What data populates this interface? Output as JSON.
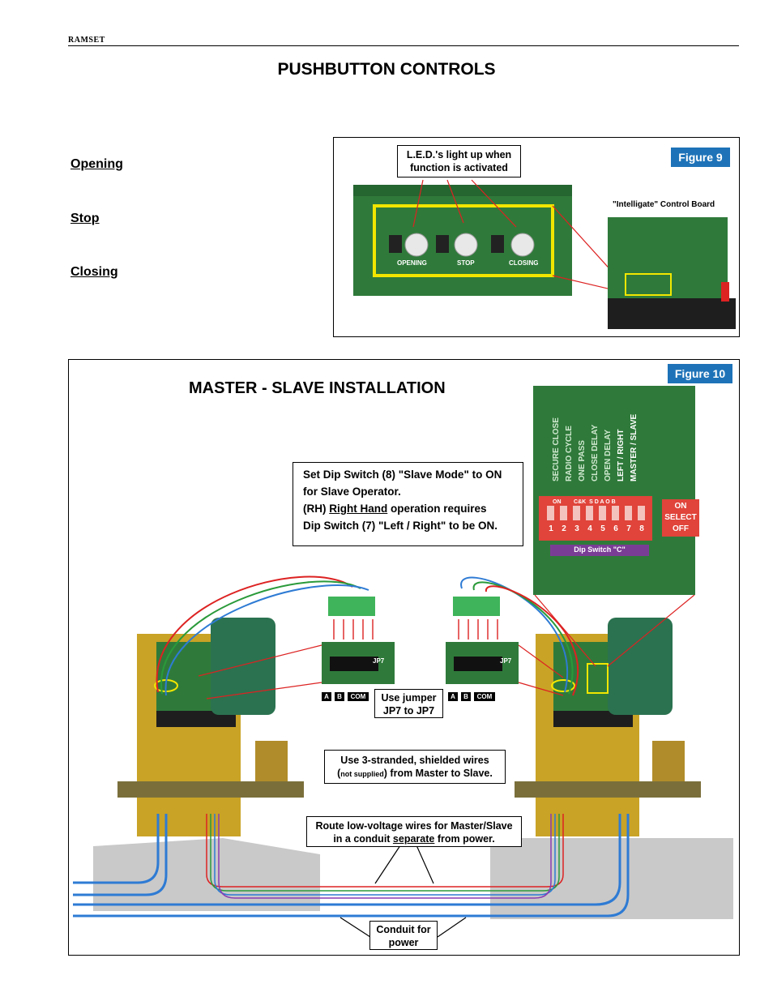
{
  "header": {
    "brand": "RAMSET",
    "title": "PUSHBUTTON CONTROLS"
  },
  "controls": {
    "opening": "Opening",
    "stop": "Stop",
    "closing": "Closing"
  },
  "figure9": {
    "badge": "Figure 9",
    "led_callout_line1": "L.E.D.'s light up when",
    "led_callout_line2": "function is activated",
    "board_label": "\"Intelligate\" Control Board",
    "button_labels": [
      "OPENING",
      "STOP",
      "CLOSING"
    ]
  },
  "figure10": {
    "badge": "Figure 10",
    "title": "MASTER - SLAVE INSTALLATION",
    "note1_line1": "Set Dip Switch (8) \"Slave Mode\" to ON",
    "note1_line2": "for Slave Operator.",
    "note1_line3_prefix": "(RH) ",
    "note1_line3_underlined": "Right Hand",
    "note1_line3_suffix": " operation requires",
    "note1_line4": "Dip Switch (7) \"Left / Right\" to be ON.",
    "dip_labels": [
      "SECURE CLOSE",
      "RADIO CYCLE",
      "ONE PASS",
      "CLOSE DELAY",
      "OPEN DELAY",
      "LEFT / RIGHT",
      "MASTER / SLAVE"
    ],
    "dip_numbers": [
      "1",
      "2",
      "3",
      "4",
      "5",
      "6",
      "7",
      "8"
    ],
    "dip_top": "ON        C&K  S D A O B",
    "dip_switch_name": "Dip Switch \"C\"",
    "select_on": "ON",
    "select_mid": "SELECT",
    "select_off": "OFF",
    "jp7": "JP7",
    "terminal_tags": [
      "A",
      "B",
      "COM"
    ],
    "jumper_line1": "Use jumper",
    "jumper_line2": "JP7 to JP7",
    "wires_line1": "Use 3-stranded, shielded wires",
    "wires_line2_prefix": "(",
    "wires_line2_small": "not supplied",
    "wires_line2_suffix": ") from Master to Slave.",
    "route_line1": "Route low-voltage wires for Master/Slave",
    "route_line2_prefix": "in a conduit ",
    "route_line2_underlined": "separate",
    "route_line2_suffix": " from power.",
    "conduit_line1": "Conduit for",
    "conduit_line2": "power"
  },
  "colors": {
    "badge_blue": "#1e73b8",
    "board_green": "#2f7a3a",
    "highlight_yellow": "#f2e600",
    "dip_red": "#e0443a",
    "dip_label_purple": "#7a3d96"
  }
}
